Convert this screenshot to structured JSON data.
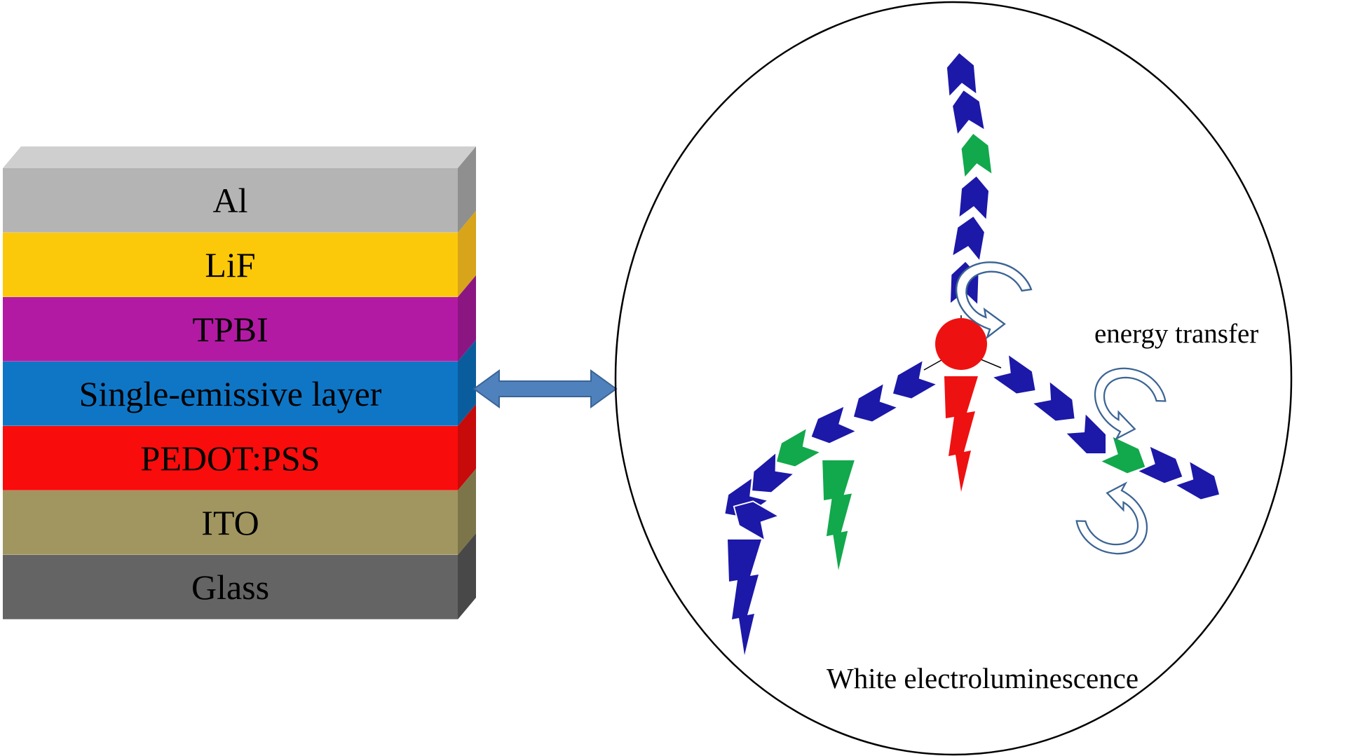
{
  "device_stack": {
    "layers": [
      {
        "name": "Al",
        "front": "#b4b4b4",
        "side": "#8f8f8f",
        "text_color": "#000000"
      },
      {
        "name": "LiF",
        "front": "#fcc80a",
        "side": "#d7a41a",
        "text_color": "#000000"
      },
      {
        "name": "TPBI",
        "front": "#b31aa4",
        "side": "#8b1682",
        "text_color": "#000000"
      },
      {
        "name": "Single-emissive layer",
        "front": "#0f76c6",
        "side": "#0a5d9c",
        "text_color": "#000000"
      },
      {
        "name": "PEDOT:PSS",
        "front": "#f90c0c",
        "side": "#c70a0a",
        "text_color": "#000000"
      },
      {
        "name": "ITO",
        "front": "#a19660",
        "side": "#7d754a",
        "text_color": "#000000"
      },
      {
        "name": "Glass",
        "front": "#646464",
        "side": "#484848",
        "text_color": "#000000"
      }
    ],
    "top_face_color": "#cfcfcf"
  },
  "connector": {
    "icon": "double-headed-arrow-icon",
    "fill": "#4f81bd",
    "stroke": "#3a6496"
  },
  "molecule": {
    "backbone_color": "#1c18a8",
    "green_unit_color": "#12a84c",
    "core_color": "#ee1111",
    "emission_colors": {
      "blue": "#1c18a8",
      "green": "#12a84c",
      "red": "#ee1111"
    },
    "transfer_arrow_stroke": "#3c6494",
    "energy_transfer_label": "energy transfer",
    "caption": "White electroluminescence"
  }
}
